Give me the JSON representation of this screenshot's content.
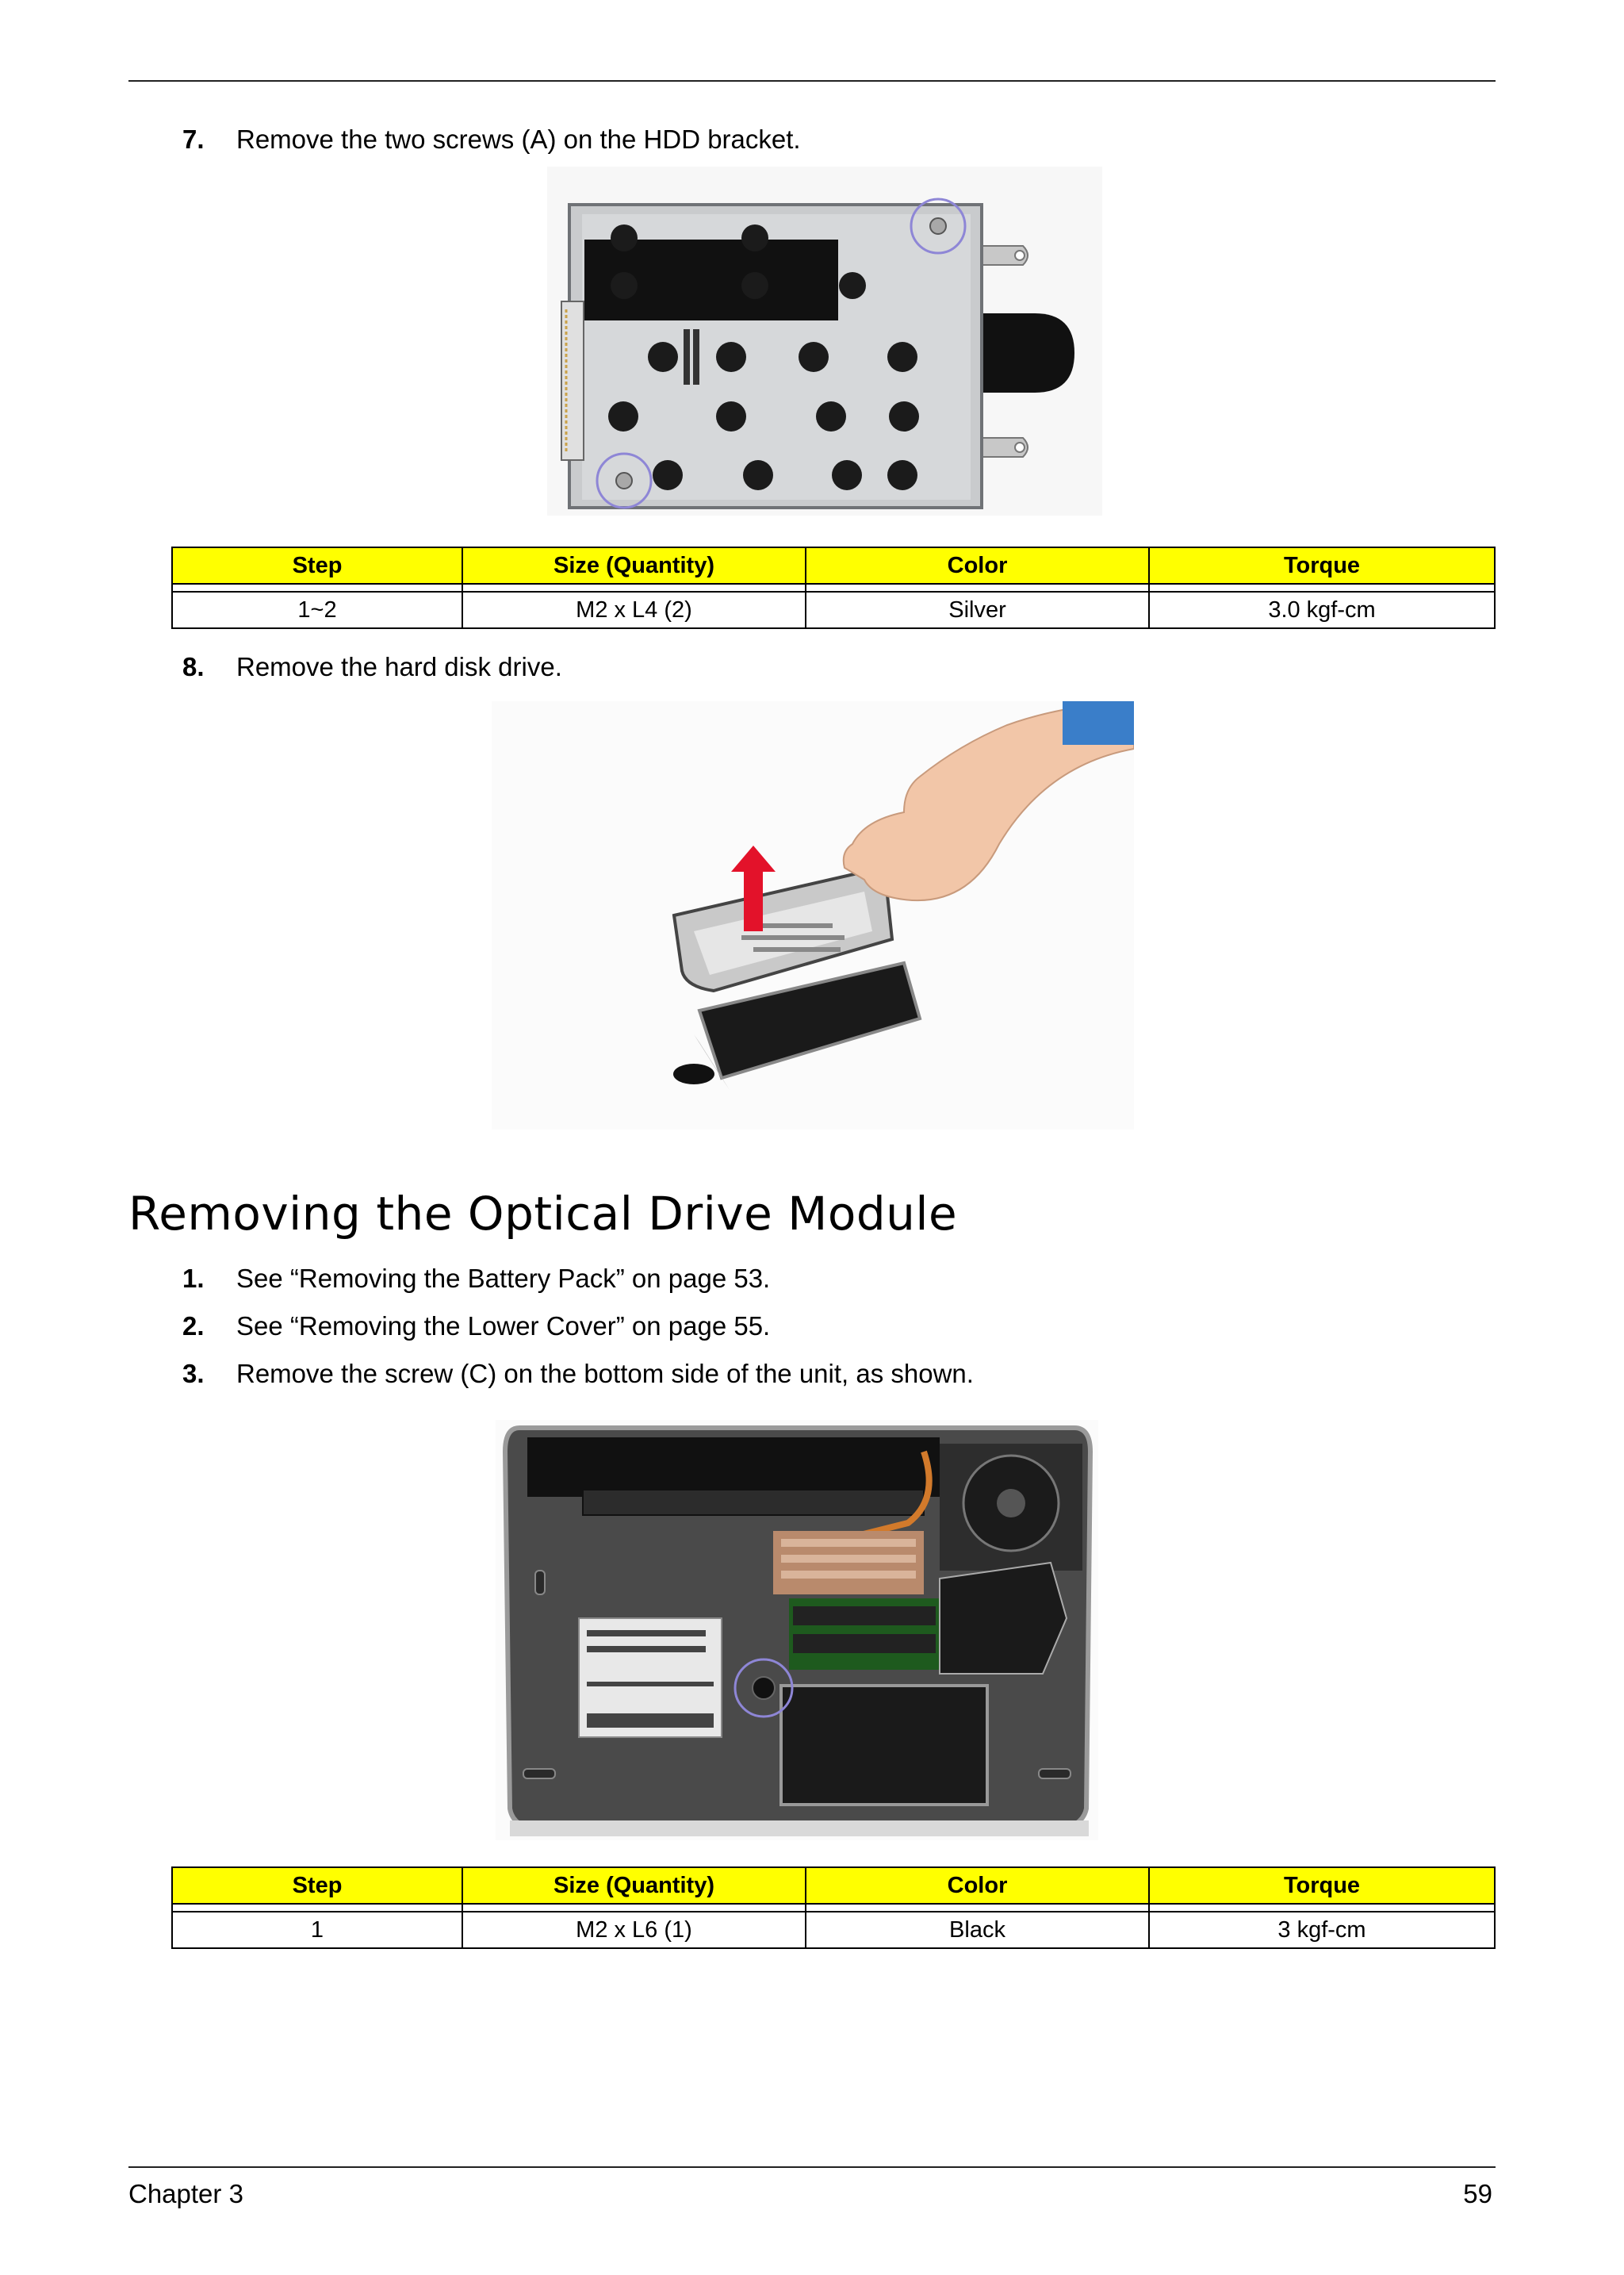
{
  "steps_top": [
    {
      "num": "7.",
      "text": "Remove the two screws (A) on the HDD bracket."
    },
    {
      "num": "8.",
      "text": "Remove the hard disk drive."
    }
  ],
  "table1": {
    "headers": [
      "Step",
      "Size (Quantity)",
      "Color",
      "Torque"
    ],
    "row": [
      "1~2",
      "M2 x L4 (2)",
      "Silver",
      "3.0 kgf-cm"
    ]
  },
  "section": {
    "title": "Removing the Optical Drive Module",
    "steps": [
      {
        "num": "1.",
        "text": "See “Removing the Battery Pack” on page 53."
      },
      {
        "num": "2.",
        "text": "See “Removing the Lower Cover” on page 55."
      },
      {
        "num": "3.",
        "text": "Remove the screw (C) on the bottom side of the unit, as shown."
      }
    ]
  },
  "table2": {
    "headers": [
      "Step",
      "Size (Quantity)",
      "Color",
      "Torque"
    ],
    "row": [
      "1",
      "M2 x L6 (1)",
      "Black",
      "3 kgf-cm"
    ]
  },
  "footer": {
    "chapter": "Chapter 3",
    "page": "59"
  },
  "colors": {
    "table_header": "#ffff00",
    "screw_marker": "#8e86d6",
    "arrow": "#e3122a"
  }
}
